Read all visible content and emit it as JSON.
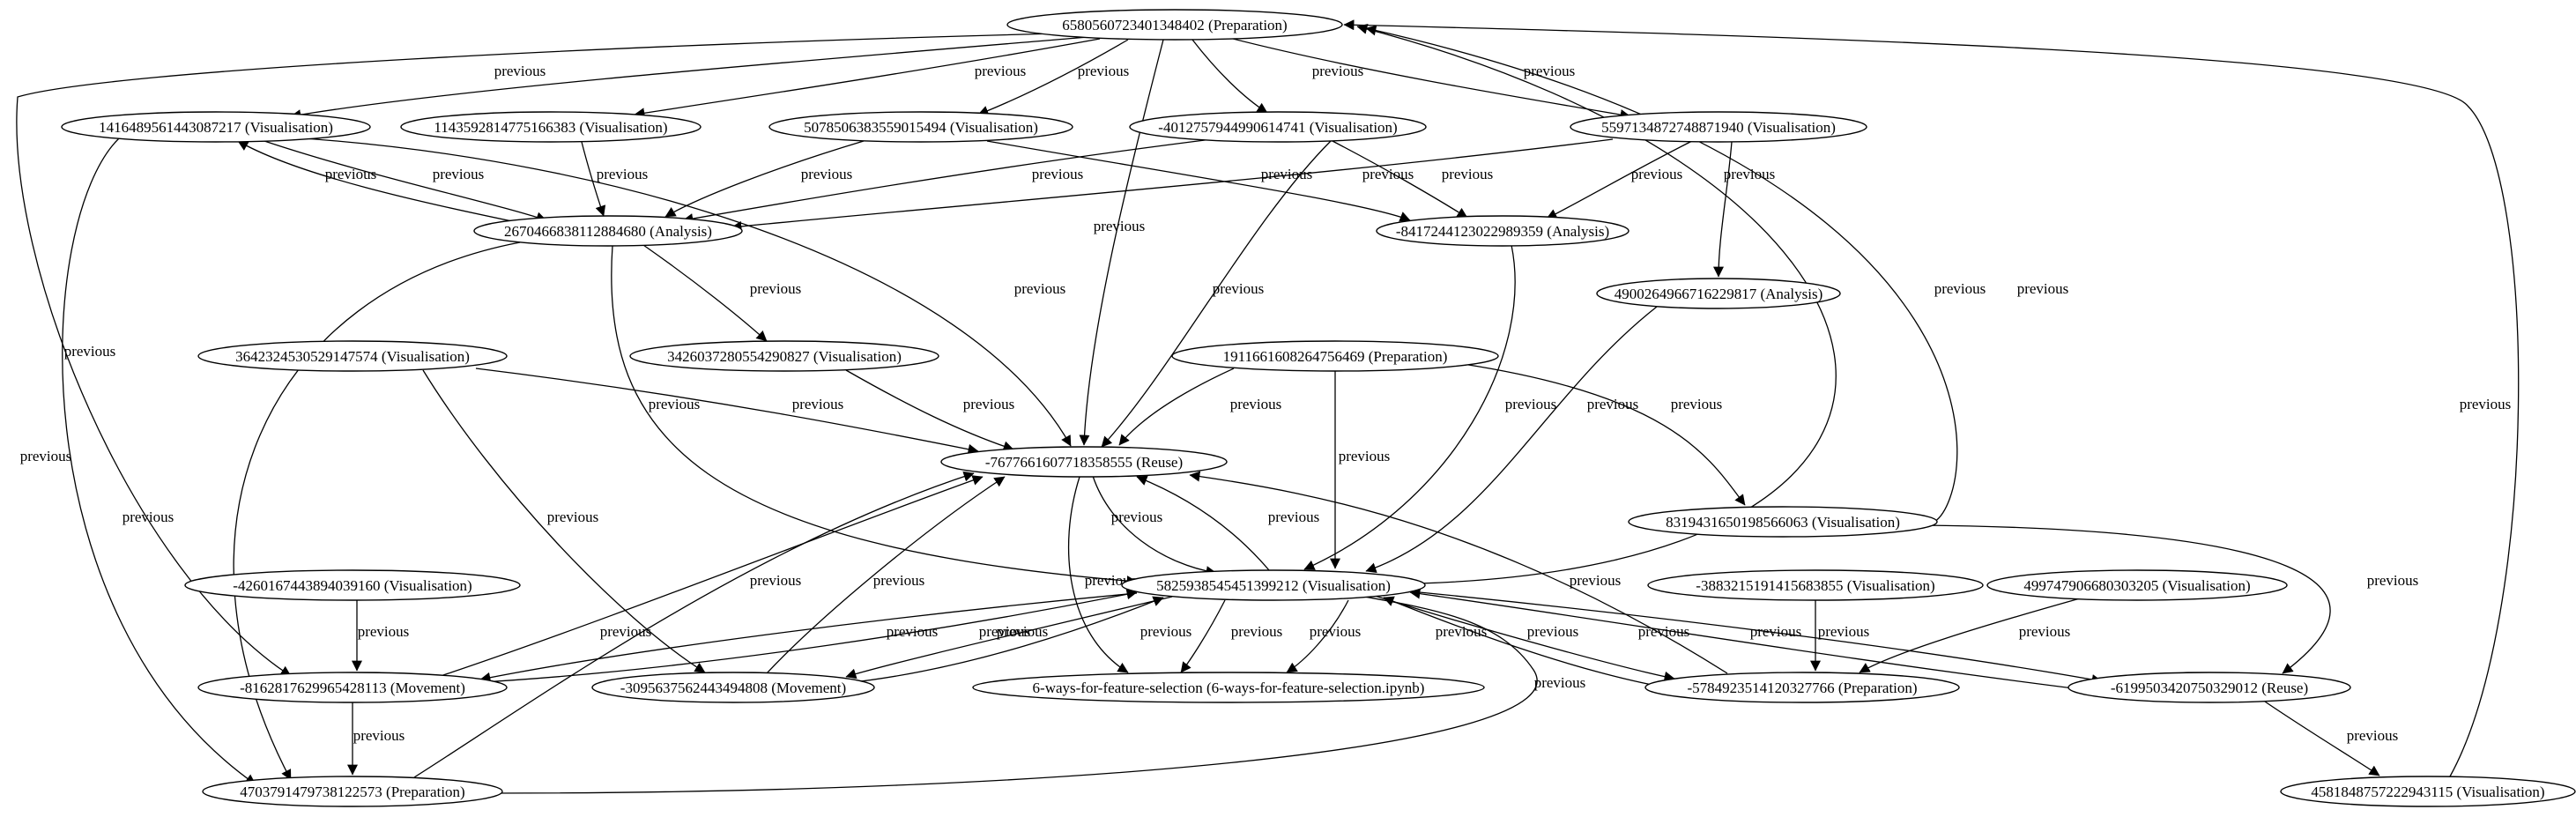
{
  "graph": {
    "edge_label": "previous",
    "nodes": [
      {
        "id": "n0",
        "label": "658056072340134 8402 (Preparation)"
      },
      {
        "id": "n1",
        "label": "1416489561443087217 (Visualisation)"
      },
      {
        "id": "n2",
        "label": "1143592814775166383 (Visualisation)"
      },
      {
        "id": "n3",
        "label": "5078506383559015494 (Visualisation)"
      },
      {
        "id": "n4",
        "label": "-4012757944990614741 (Visualisation)"
      },
      {
        "id": "n5",
        "label": "5597134872748871940 (Visualisation)"
      },
      {
        "id": "n6",
        "label": "2670466838112884680 (Analysis)"
      },
      {
        "id": "n7",
        "label": "-8417244123022989359 (Analysis)"
      },
      {
        "id": "n8",
        "label": "4900264966716229817 (Analysis)"
      },
      {
        "id": "n9",
        "label": "3642324530529147574 (Visualisation)"
      },
      {
        "id": "n10",
        "label": "3426037280554290827 (Visualisation)"
      },
      {
        "id": "n11",
        "label": "1911661608264756469 (Preparation)"
      },
      {
        "id": "n12",
        "label": "-7677661607718358555 (Reuse)"
      },
      {
        "id": "n13",
        "label": "8319431650198566063 (Visualisation)"
      },
      {
        "id": "n14",
        "label": "-4260167443894039160 (Visualisation)"
      },
      {
        "id": "n15",
        "label": "5825938545451399212 (Visualisation)"
      },
      {
        "id": "n16",
        "label": "-3883215191415683855 (Visualisation)"
      },
      {
        "id": "n17",
        "label": "4997479066803032 05 (Visualisation)"
      },
      {
        "id": "n18",
        "label": "-8162817629965428113 (Movement)"
      },
      {
        "id": "n19",
        "label": "-3095637562443494808 (Movement)"
      },
      {
        "id": "n20",
        "label": "6-ways-for-feature-selection (6-ways-for-feature-selection.ipynb)"
      },
      {
        "id": "n21",
        "label": "-5784923514120327766 (Preparation)"
      },
      {
        "id": "n22",
        "label": "-6199503420750329012 (Reuse)"
      },
      {
        "id": "n23",
        "label": "4703791479738122573 (Preparation)"
      },
      {
        "id": "n24",
        "label": "4581848757222943115 (Visualisation)"
      }
    ]
  }
}
